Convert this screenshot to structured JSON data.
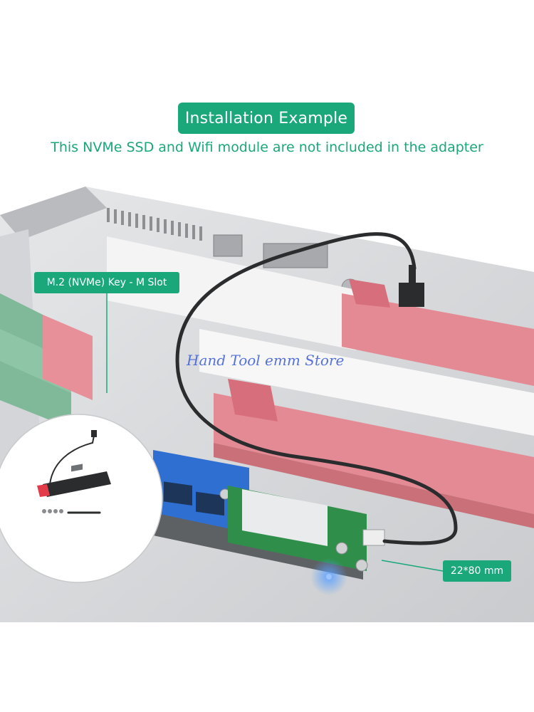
{
  "header": {
    "title": "Installation Example",
    "subtitle": "This NVMe SSD and Wifi module are not included in the adapter"
  },
  "callouts": {
    "slot": "M.2 (NVMe) Key - M Slot",
    "size": "22*80 mm"
  },
  "watermark": "Hand Tool emm Store",
  "colors": {
    "accent": "#1aa87a",
    "watermark": "#3a5bd6"
  }
}
